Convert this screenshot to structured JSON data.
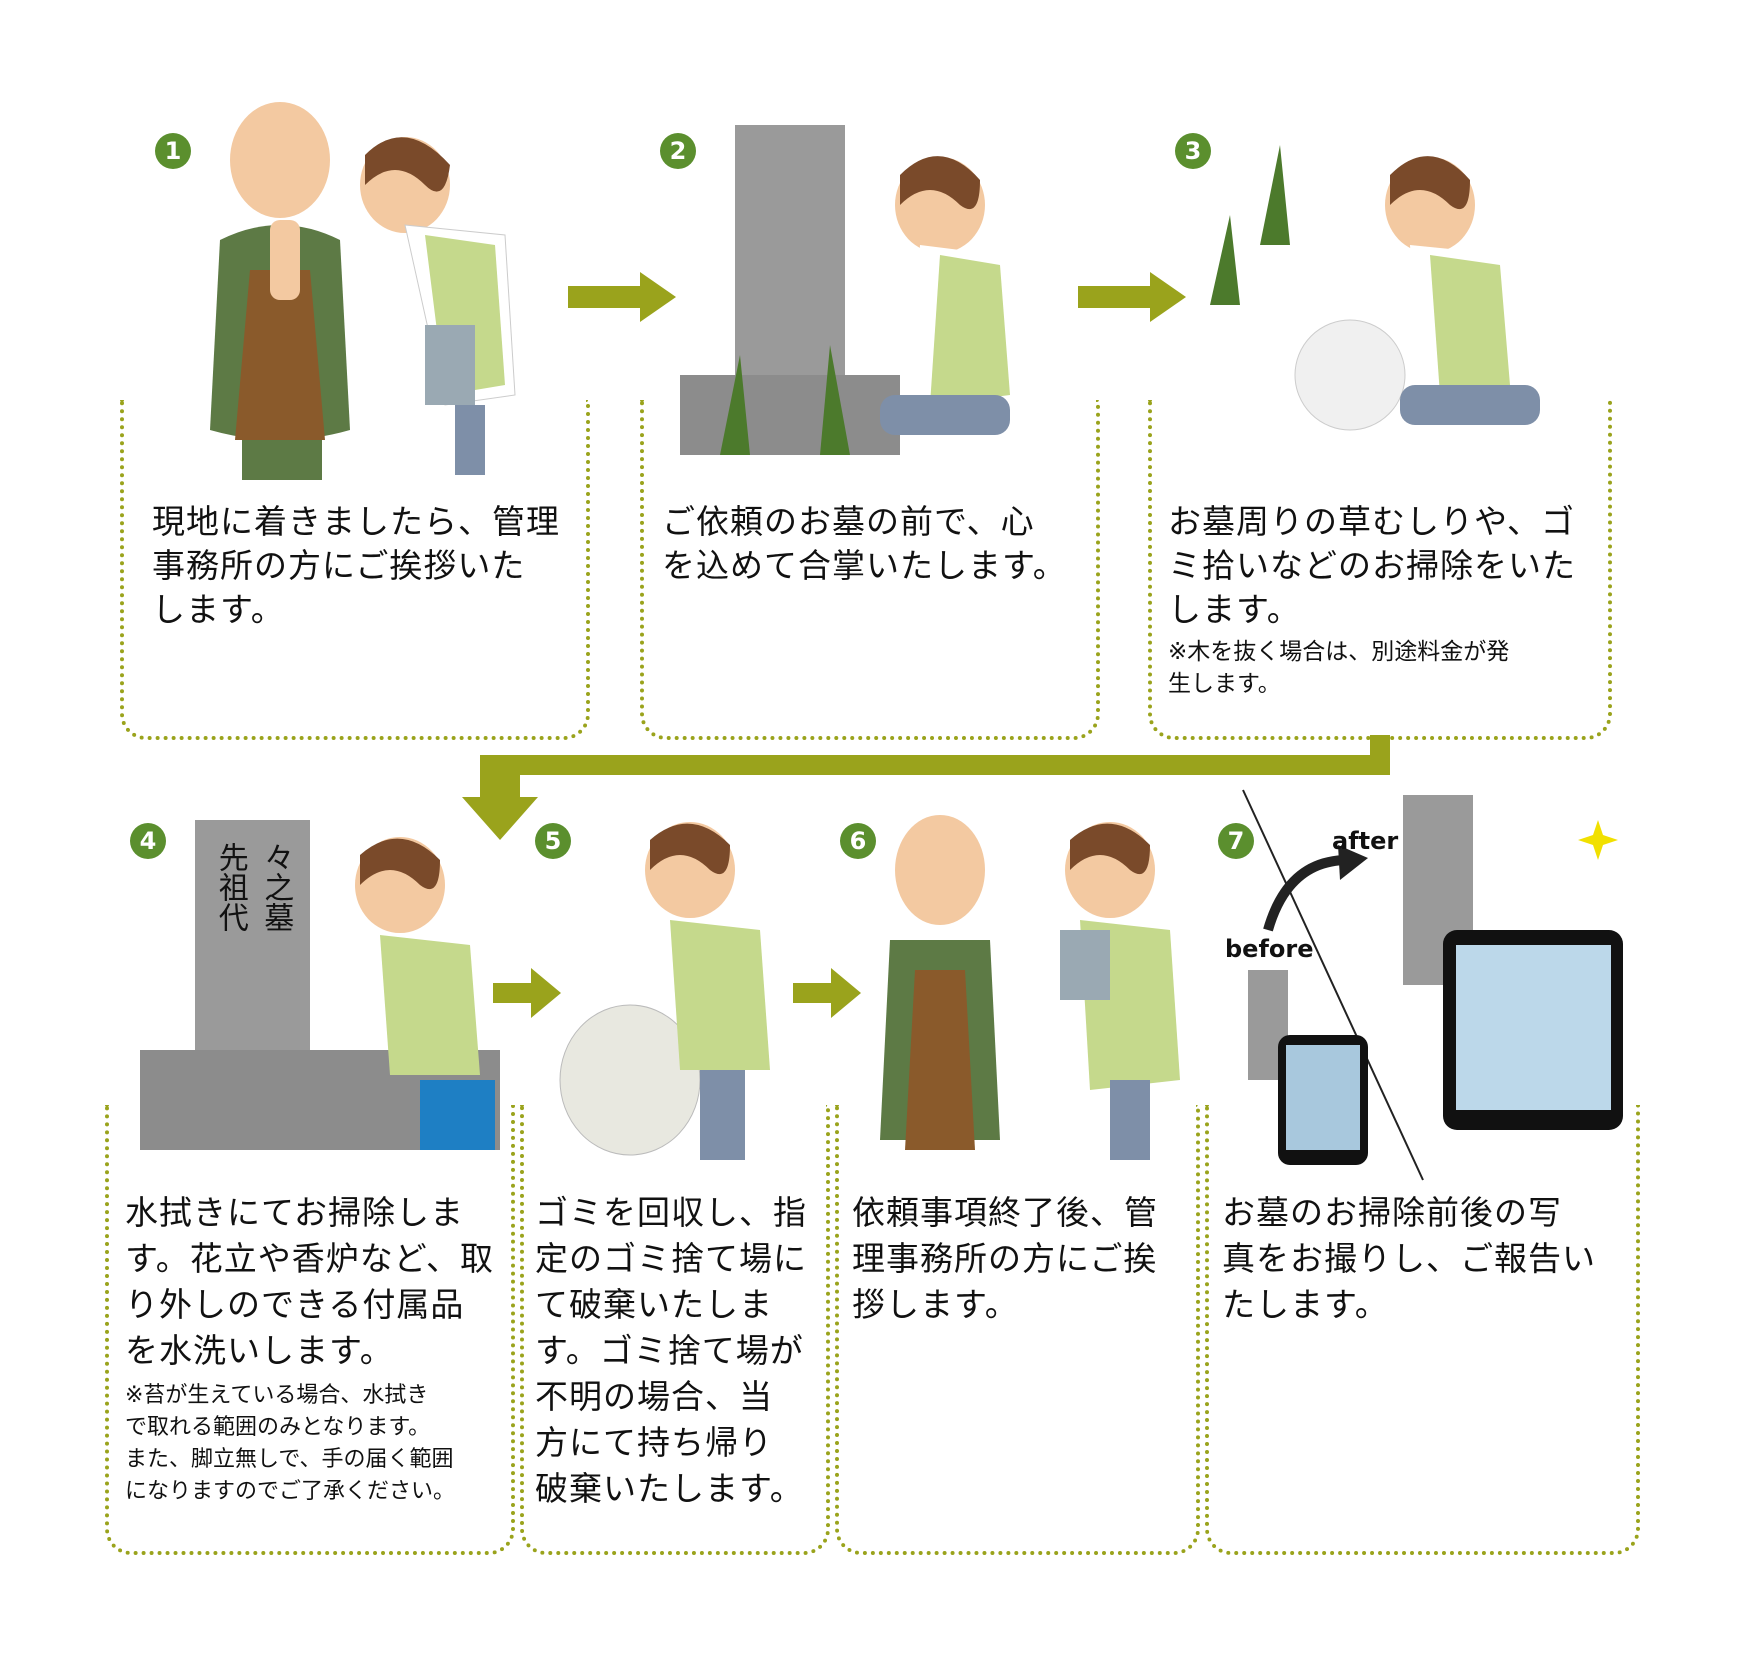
{
  "steps": [
    {
      "number": "1",
      "text_lines": [
        "現地に着きましたら、管理",
        "事務所の方にご挨拶いた",
        "します。"
      ]
    },
    {
      "number": "2",
      "text_lines": [
        "ご依頼のお墓の前で、心",
        "を込めて合掌いたします。"
      ]
    },
    {
      "number": "3",
      "text_lines": [
        "お墓周りの草むしりや、ゴ",
        "ミ拾いなどのお掃除をいた",
        "します。"
      ],
      "note_lines": [
        "※木を抜く場合は、別途料金が発",
        "生します。"
      ]
    },
    {
      "number": "4",
      "text_lines": [
        "水拭きにてお掃除しま",
        "す。花立や香炉など、取",
        "り外しのできる付属品",
        "を水洗いします。"
      ],
      "note_lines": [
        "※苔が生えている場合、水拭き",
        "で取れる範囲のみとなります。",
        "また、脚立無しで、手の届く範囲",
        "になりますのでご了承ください。"
      ]
    },
    {
      "number": "5",
      "text_lines": [
        "ゴミを回収し、指",
        "定のゴミ捨て場に",
        "て破棄いたしま",
        "す。ゴミ捨て場が",
        "不明の場合、当",
        "方にて持ち帰り",
        "破棄いたします。"
      ]
    },
    {
      "number": "6",
      "text_lines": [
        "依頼事項終了後、管",
        "理事務所の方にご挨",
        "拶します。"
      ]
    },
    {
      "number": "7",
      "text_lines": [
        "お墓のお掃除前後の写",
        "真をお撮りし、ご報告い",
        "たします。"
      ]
    }
  ],
  "tombstone": {
    "line1": "先祖代",
    "line2": "々之墓"
  },
  "before_after": {
    "before": "before",
    "after": "after"
  },
  "colors": {
    "accent": "#9aa31c",
    "badge": "#5b8f2e",
    "apron": "#c5d98c",
    "robe": "#5d7a45"
  }
}
